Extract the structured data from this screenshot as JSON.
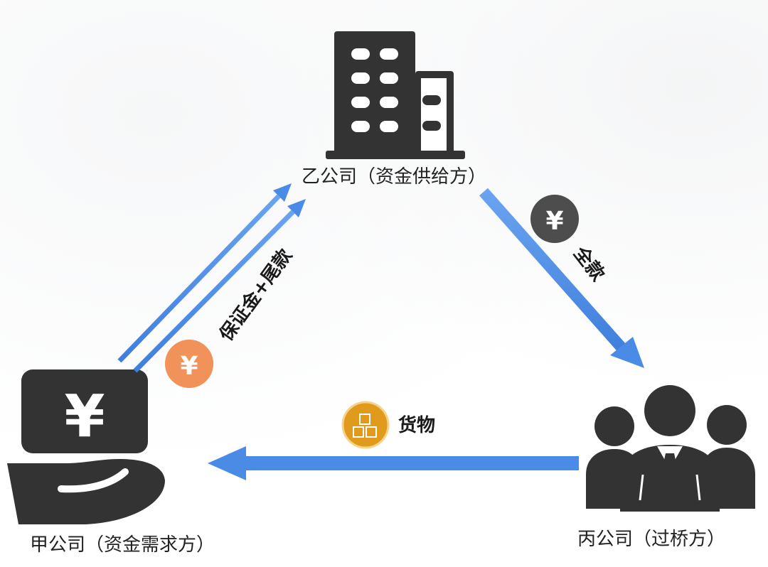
{
  "nodes": {
    "supplier": {
      "label": "乙公司（资金供给方）",
      "icon": "office-building-icon"
    },
    "demander": {
      "label": "甲公司（资金需求方）",
      "icon": "hand-holding-money-icon"
    },
    "bridge": {
      "label": "丙公司（过桥方）",
      "icon": "group-of-people-icon"
    }
  },
  "flows": {
    "deposit": {
      "label": "保证金+尾款",
      "badge": "¥",
      "from": "demander",
      "to": "supplier"
    },
    "full": {
      "label": "全款",
      "badge": "¥",
      "from": "supplier",
      "to": "bridge"
    },
    "goods": {
      "label": "货物",
      "badge": "boxes-icon",
      "from": "bridge",
      "to": "demander"
    }
  },
  "currency_symbol": "¥",
  "colors": {
    "arrow": "#4a8be6",
    "icon_dark": "#333333",
    "badge_orange": "#f0925a",
    "badge_gray": "#4d4d4d",
    "badge_gold": "#e09a1c",
    "text": "#222222"
  }
}
